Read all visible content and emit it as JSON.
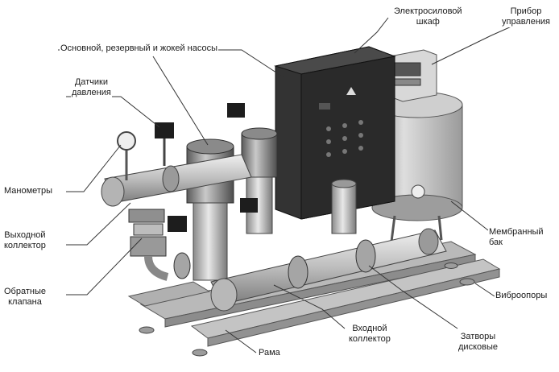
{
  "labels": {
    "pumps": "Основной, резервный и жокей насосы",
    "pressure_sensors_1": "Датчики",
    "pressure_sensors_2": "давления",
    "manometers": "Манометры",
    "outlet_collector_1": "Выходной",
    "outlet_collector_2": "коллектор",
    "check_valves_1": "Обратные",
    "check_valves_2": "клапана",
    "frame": "Рама",
    "inlet_collector_1": "Входной",
    "inlet_collector_2": "коллектор",
    "disk_valves_1": "Затворы",
    "disk_valves_2": "дисковые",
    "vibration_mounts": "Виброопоры",
    "membrane_tank_1": "Мембранный",
    "membrane_tank_2": "бак",
    "power_cabinet_1": "Электросиловой",
    "power_cabinet_2": "шкаф",
    "control_device_1": "Прибор",
    "control_device_2": "управления"
  },
  "colors": {
    "leader": "#333333",
    "metal_light": "#d6d6d6",
    "metal_mid": "#a9a9a9",
    "metal_dark": "#6e6e6e",
    "cabinet": "#2e2e2e",
    "black": "#1d1d1d"
  }
}
